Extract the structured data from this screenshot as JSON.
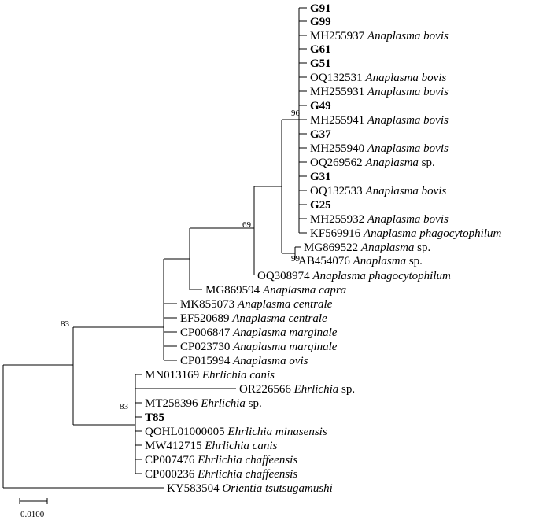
{
  "tree": {
    "taxa": [
      {
        "label": "G91",
        "bold": true
      },
      {
        "label": "G99",
        "bold": true
      },
      {
        "label": "MH255937",
        "species": "Anaplasma bovis"
      },
      {
        "label": "G61",
        "bold": true
      },
      {
        "label": "G51",
        "bold": true
      },
      {
        "label": "OQ132531",
        "species": "Anaplasma bovis"
      },
      {
        "label": "MH255931",
        "species": "Anaplasma bovis"
      },
      {
        "label": "G49",
        "bold": true
      },
      {
        "label": "MH255941",
        "species": "Anaplasma bovis"
      },
      {
        "label": "G37",
        "bold": true
      },
      {
        "label": "MH255940",
        "species": "Anaplasma bovis"
      },
      {
        "label": "OQ269562",
        "species": "Anaplasma",
        "suffix": "sp."
      },
      {
        "label": "G31",
        "bold": true
      },
      {
        "label": "OQ132533",
        "species": "Anaplasma bovis"
      },
      {
        "label": "G25",
        "bold": true
      },
      {
        "label": "MH255932",
        "species": "Anaplasma bovis"
      },
      {
        "label": "KF569916",
        "species": "Anaplasma phagocytophilum"
      },
      {
        "label": "MG869522",
        "species": "Anaplasma",
        "suffix": "sp."
      },
      {
        "label": "AB454076",
        "species": "Anaplasma",
        "suffix": "sp."
      },
      {
        "label": "OQ308974",
        "species": "Anaplasma phagocytophilum"
      },
      {
        "label": "MG869594",
        "species": "Anaplasma capra"
      },
      {
        "label": "MK855073",
        "species": "Anaplasma centrale"
      },
      {
        "label": "EF520689",
        "species": "Anaplasma centrale"
      },
      {
        "label": "CP006847",
        "species": "Anaplasma marginale"
      },
      {
        "label": "CP023730",
        "species": "Anaplasma marginale"
      },
      {
        "label": "CP015994",
        "species": "Anaplasma ovis"
      },
      {
        "label": "MN013169",
        "species": "Ehrlichia canis"
      },
      {
        "label": "OR226566",
        "species": "Ehrlichia",
        "suffix": "sp."
      },
      {
        "label": "MT258396",
        "species": "Ehrlichia",
        "suffix": "sp."
      },
      {
        "label": "T85",
        "bold": true
      },
      {
        "label": "QOHL01000005",
        "species": "Ehrlichia minasensis"
      },
      {
        "label": "MW412715",
        "species": "Ehrlichia canis"
      },
      {
        "label": "CP007476",
        "species": "Ehrlichia chaffeensis"
      },
      {
        "label": "CP000236",
        "species": "Ehrlichia chaffeensis"
      },
      {
        "label": "KY583504",
        "species": "Orientia tsutsugamushi"
      }
    ],
    "bootstrap": {
      "bovis_clade": "96",
      "anaplasma_sp": "99",
      "phagocytophilum_group": "69",
      "anaplasma": "83",
      "ehrlichia": "83"
    },
    "scale_bar": "0.0100"
  }
}
